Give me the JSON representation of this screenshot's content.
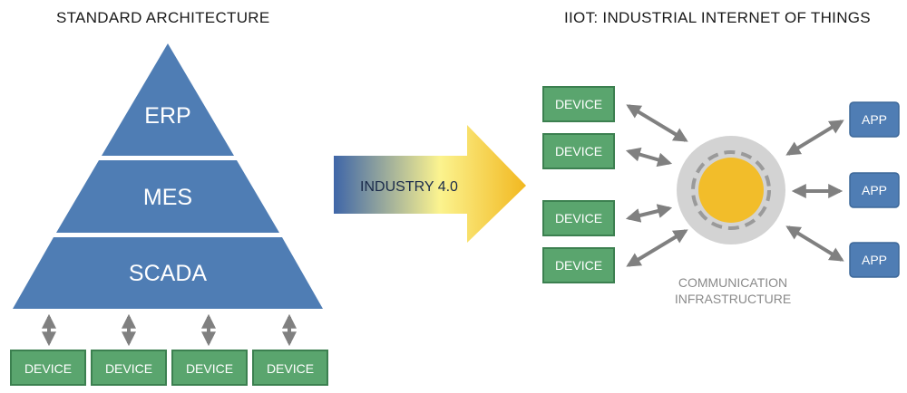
{
  "left_panel": {
    "title": "STANDARD ARCHITECTURE",
    "tiers": [
      "ERP",
      "MES",
      "SCADA"
    ],
    "devices": [
      "DEVICE",
      "DEVICE",
      "DEVICE",
      "DEVICE"
    ]
  },
  "transition": {
    "label": "INDUSTRY 4.0"
  },
  "right_panel": {
    "title": "IIOT: INDUSTRIAL INTERNET OF THINGS",
    "devices": [
      "DEVICE",
      "DEVICE",
      "DEVICE",
      "DEVICE"
    ],
    "apps": [
      "APP",
      "APP",
      "APP"
    ],
    "hub_caption_line1": "COMMUNICATION",
    "hub_caption_line2": "INFRASTRUCTURE"
  },
  "colors": {
    "pyramid_blue": "#4f7db4",
    "device_green": "#5aa56e",
    "device_border": "#3c8050",
    "app_blue": "#4f7db4",
    "arrow_gray": "#808080",
    "hub_ring": "#d3d3d3",
    "hub_core": "#f2bd2a",
    "gradient_start": "#3f66a8",
    "gradient_mid": "#fbf38f",
    "gradient_end": "#f2b820"
  }
}
